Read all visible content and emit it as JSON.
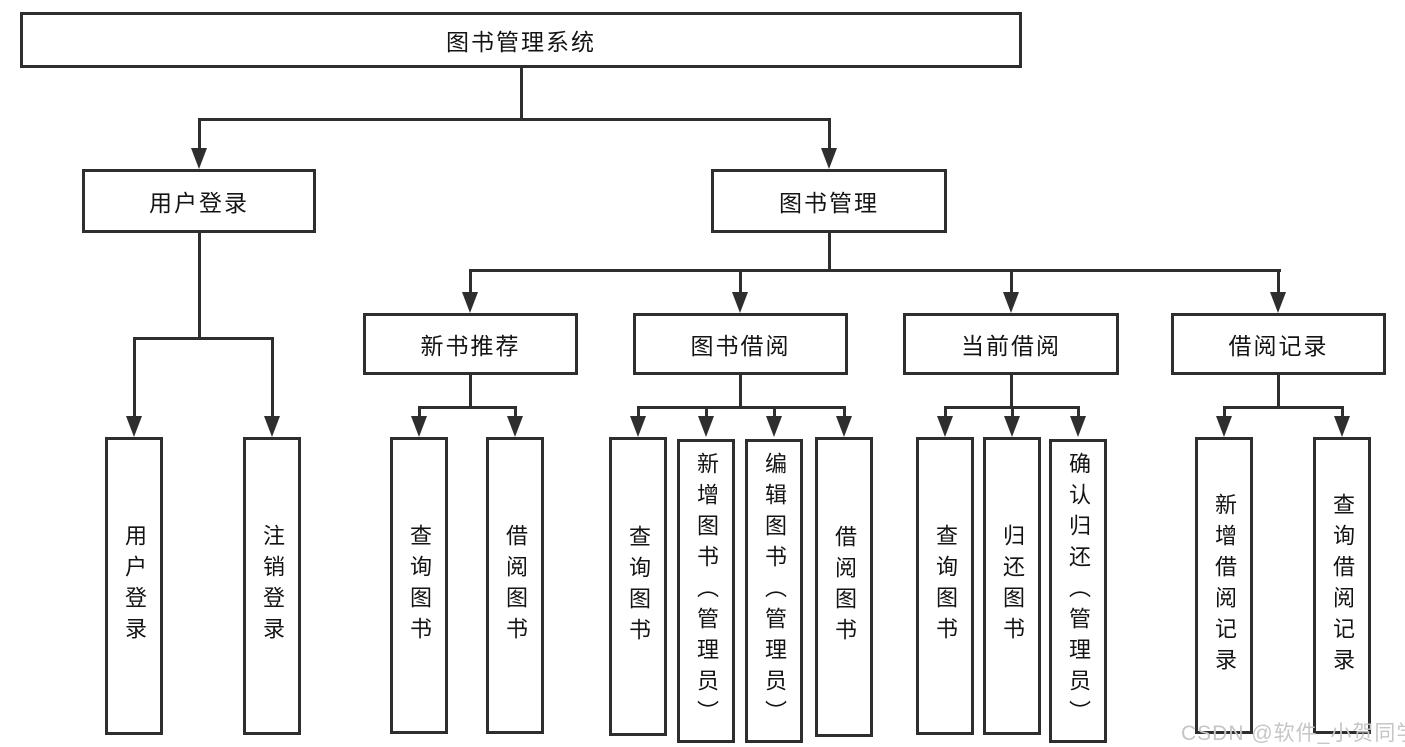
{
  "nodes": {
    "root": {
      "label": "图书管理系统"
    },
    "level2": [
      {
        "label": "用户登录"
      },
      {
        "label": "图书管理"
      }
    ],
    "level3": [
      {
        "label": "新书推荐"
      },
      {
        "label": "图书借阅"
      },
      {
        "label": "当前借阅"
      },
      {
        "label": "借阅记录"
      }
    ],
    "leafGroups": [
      {
        "parent": "用户登录",
        "items": [
          {
            "label": "用户登录"
          },
          {
            "label": "注销登录"
          }
        ]
      },
      {
        "parent": "新书推荐",
        "items": [
          {
            "label": "查询图书"
          },
          {
            "label": "借阅图书"
          }
        ]
      },
      {
        "parent": "图书借阅",
        "items": [
          {
            "label": "查询图书"
          },
          {
            "label": "新增图书（管理员）"
          },
          {
            "label": "编辑图书（管理员）"
          },
          {
            "label": "借阅图书"
          }
        ]
      },
      {
        "parent": "当前借阅",
        "items": [
          {
            "label": "查询图书"
          },
          {
            "label": "归还图书"
          },
          {
            "label": "确认归还（管理员）"
          }
        ]
      },
      {
        "parent": "借阅记录",
        "items": [
          {
            "label": "新增借阅记录"
          },
          {
            "label": "查询借阅记录"
          }
        ]
      }
    ]
  },
  "watermark": {
    "text": "CSDN @软件_小贺同学"
  },
  "colors": {
    "line": "#2e2e2e",
    "text": "#141414",
    "watermark": "#c6c6c6",
    "background": "#ffffff"
  }
}
